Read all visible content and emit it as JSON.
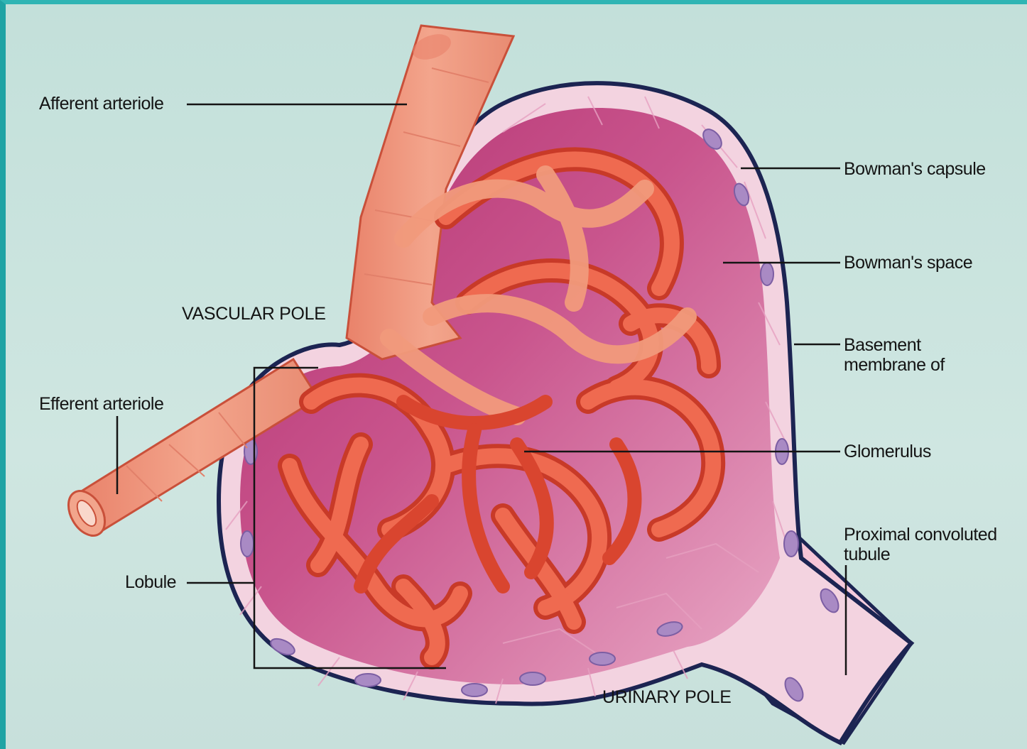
{
  "labels": {
    "afferent_arteriole": "Afferent arteriole",
    "efferent_arteriole": "Efferent arteriole",
    "vascular_pole": "VASCULAR POLE",
    "lobule": "Lobule",
    "bowmans_capsule": "Bowman's capsule",
    "bowmans_space": "Bowman's space",
    "basement_membrane_line1": "Basement",
    "basement_membrane_line2": "membrane of",
    "glomerulus": "Glomerulus",
    "proximal_tubule_line1": "Proximal convoluted",
    "proximal_tubule_line2": "tubule",
    "urinary_pole": "URINARY POLE"
  },
  "colors": {
    "background": "#c9e2dc",
    "frame_accent": "#1fa3a4",
    "capsule_outline": "#1c2452",
    "capsule_wall": "#f3d3e0",
    "bowmans_space": "#c8508a",
    "capillary": "#e8553c",
    "arteriole": "#ef9a80",
    "nucleus": "#a98ac4"
  }
}
